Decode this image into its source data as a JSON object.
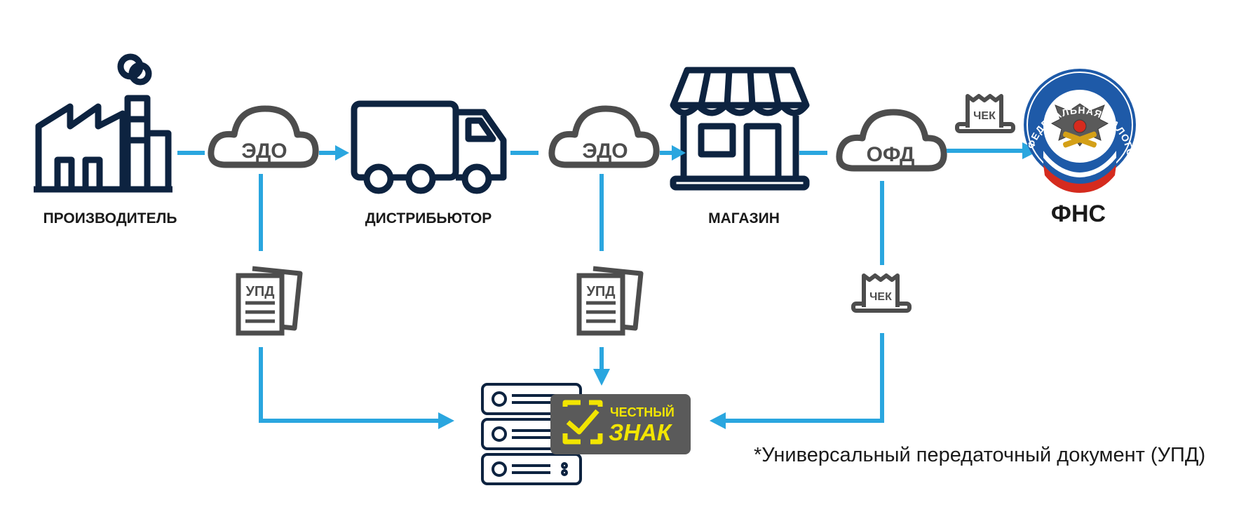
{
  "colors": {
    "navy": "#0d2340",
    "gray": "#4d4d4d",
    "blue": "#2aa6df",
    "badge_bg": "#5a5a5a",
    "badge_fg": "#f2e500",
    "fns_blue": "#1e5aa8",
    "flag_red": "#d52b1e"
  },
  "nodes": {
    "producer": "ПРОИЗВОДИТЕЛЬ",
    "distributor": "ДИСТРИБЬЮТОР",
    "store": "МАГАЗИН",
    "fns": "ФНС"
  },
  "clouds": {
    "edo1": "ЭДО",
    "edo2": "ЭДО",
    "ofd": "ОФД"
  },
  "docs": {
    "upd1": "УПД",
    "upd2": "УПД",
    "check_top": "ЧЕК",
    "check_mid": "ЧЕК"
  },
  "chestny_znak": {
    "line1": "ЧЕСТНЫЙ",
    "line2": "ЗНАК"
  },
  "fns_logo_ring": "ФЕДЕРАЛЬНАЯ НАЛОГОВАЯ СЛУЖБА",
  "footnote": "*Универсальный передаточный документ (УПД)"
}
